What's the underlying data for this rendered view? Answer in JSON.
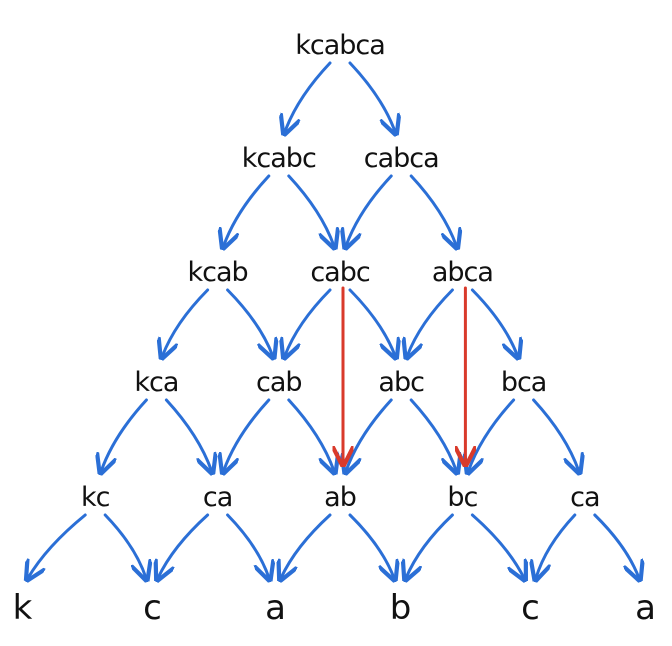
{
  "colors": {
    "edge": "#2b6fd6",
    "highlight": "#d93a2b",
    "text": "#111111",
    "background": "#ffffff"
  },
  "levels": [
    [
      "kcabca"
    ],
    [
      "kcabc",
      "cabca"
    ],
    [
      "kcab",
      "cabc",
      "abca"
    ],
    [
      "kca",
      "cab",
      "abc",
      "bca"
    ],
    [
      "kc",
      "ca",
      "ab",
      "bc",
      "ca"
    ],
    [
      "k",
      "c",
      "a",
      "b",
      "c",
      "a"
    ]
  ],
  "highlighted_edges": [
    {
      "from_level": 2,
      "from_index": 1,
      "to_level": 4,
      "to_index": 2
    },
    {
      "from_level": 2,
      "from_index": 2,
      "to_level": 4,
      "to_index": 3
    }
  ]
}
